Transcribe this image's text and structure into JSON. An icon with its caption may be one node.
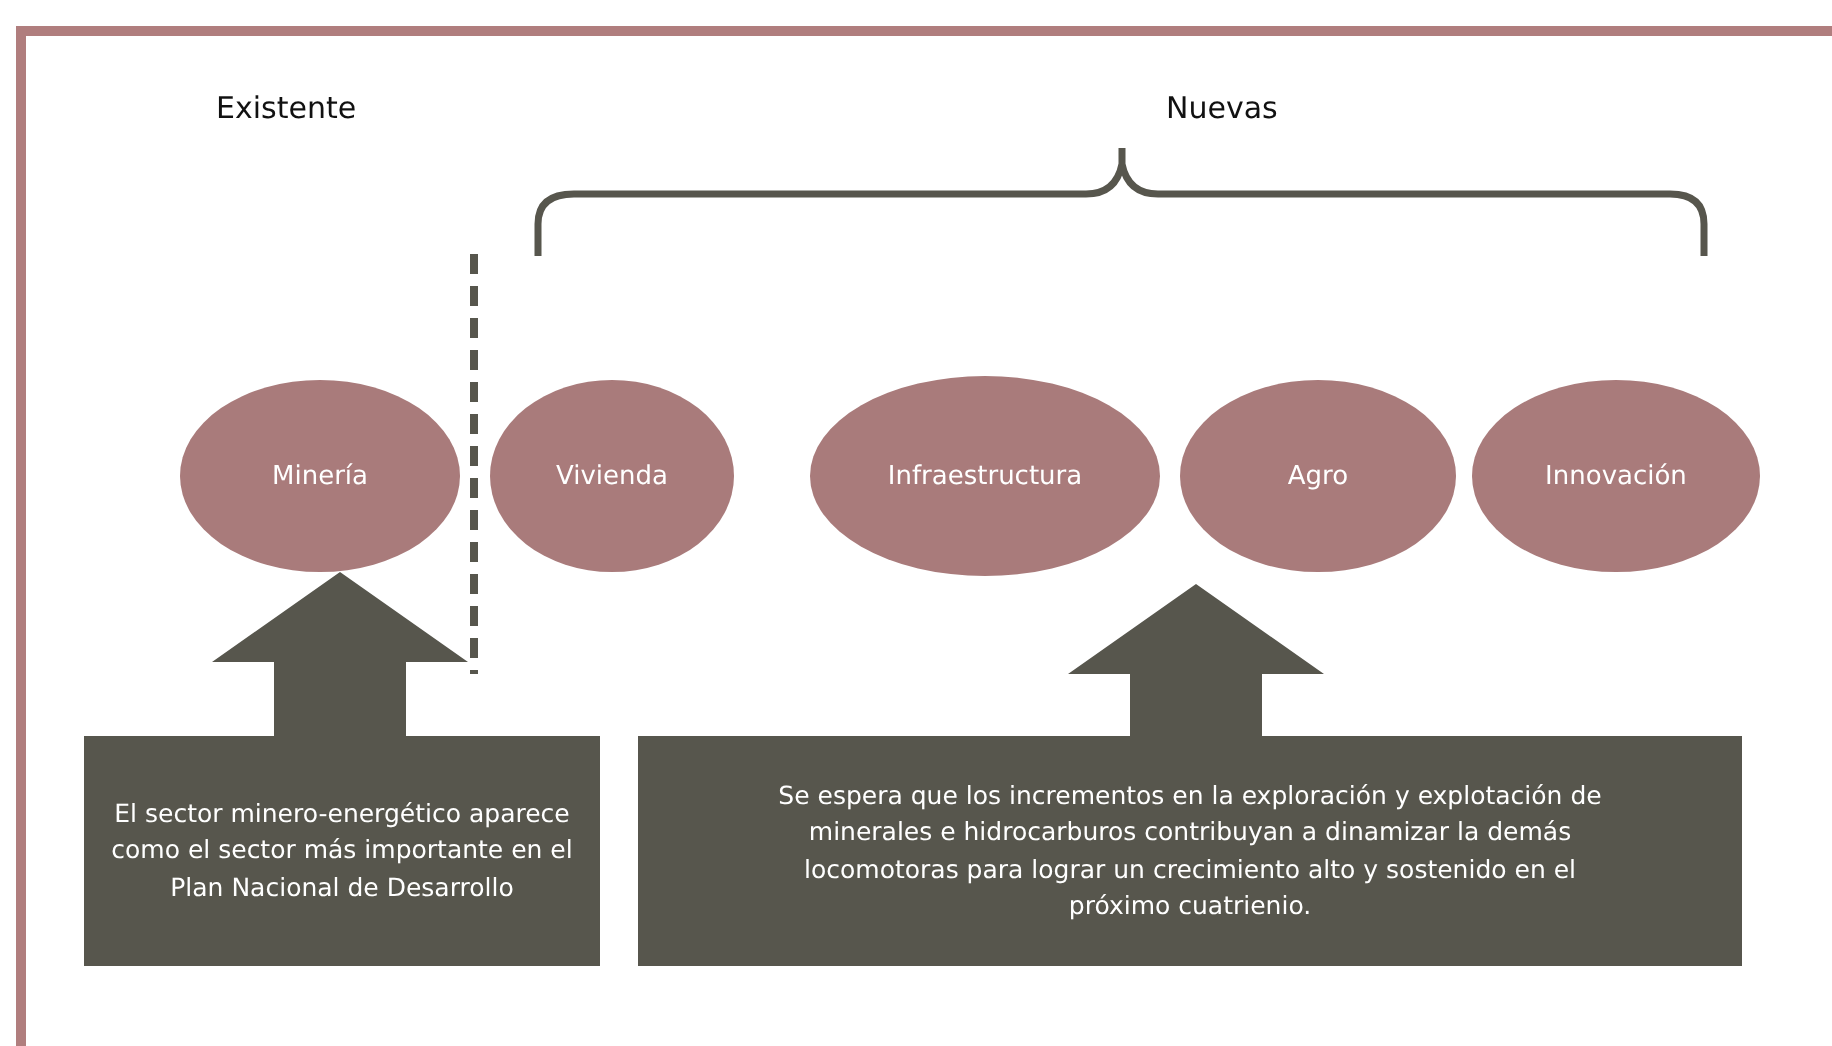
{
  "diagram": {
    "nodes": [
      {
        "text": [
          "Minería"
        ]
      },
      {
        "text": [
          "Vivienda"
        ]
      },
      {
        "text": [
          "Infraestructura"
        ]
      },
      {
        "text": [
          "Agro"
        ]
      },
      {
        "text": [
          "Innovación"
        ]
      },
      {
        "text": [
          "El sector minero-energético aparece como el sector más importante en el Plan Nacional de Desarrollo"
        ]
      },
      {
        "text": [
          "Se espera que los incrementos en la exploración y explotación de minerales e hidrocarburos contribuyan a dinamizar la demás locomotoras para lograr un crecimiento alto y sostenido en el próximo cuatrienio."
        ]
      }
    ],
    "edges": [
      {
        "from": 5,
        "to": 0,
        "arrow": "to"
      },
      {
        "from": 6,
        "to": null,
        "arrow": "to"
      }
    ],
    "labels": [
      "Existente",
      "Nuevas"
    ]
  }
}
